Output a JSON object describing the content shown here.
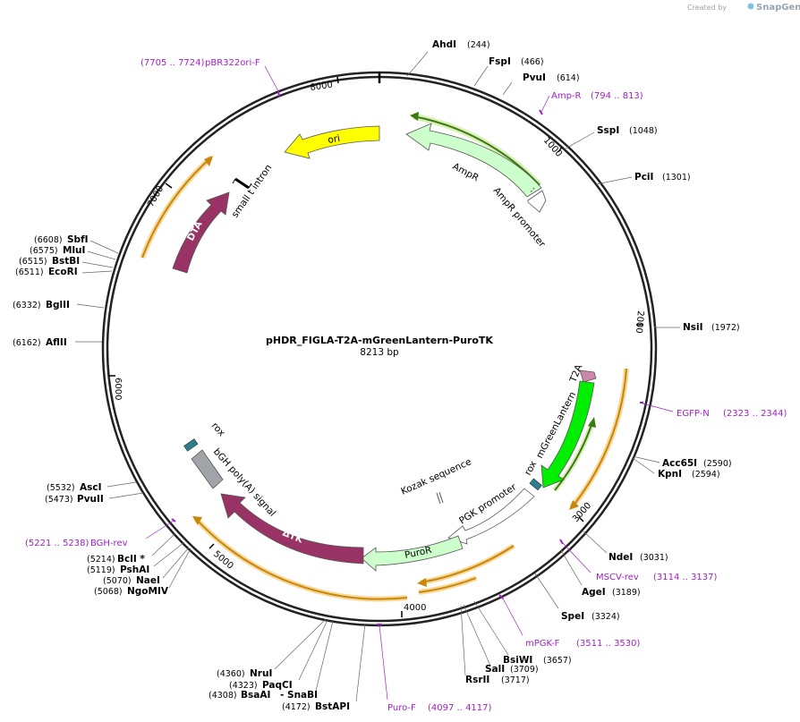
{
  "credit": {
    "prefix": "Created by",
    "brand": "SnapGene"
  },
  "plasmid": {
    "name": "pHDR_FIGLA-T2A-mGreenLantern-PuroTK",
    "length": "8213 bp"
  },
  "ticks": [
    "1000",
    "2000",
    "3000",
    "4000",
    "5000",
    "6000",
    "7000",
    "8000"
  ],
  "sites": [
    {
      "name": "AhdI",
      "pos": "(244)"
    },
    {
      "name": "FspI",
      "pos": "(466)"
    },
    {
      "name": "PvuI",
      "pos": "(614)"
    },
    {
      "name": "SspI",
      "pos": "(1048)"
    },
    {
      "name": "PciI",
      "pos": "(1301)"
    },
    {
      "name": "NsiI",
      "pos": "(1972)"
    },
    {
      "name": "Acc65I",
      "pos": "(2590)"
    },
    {
      "name": "KpnI",
      "pos": "(2594)"
    },
    {
      "name": "NdeI",
      "pos": "(3031)"
    },
    {
      "name": "AgeI",
      "pos": "(3189)"
    },
    {
      "name": "SpeI",
      "pos": "(3324)"
    },
    {
      "name": "BsiWI",
      "pos": "(3657)"
    },
    {
      "name": "SalI",
      "pos": "(3709)"
    },
    {
      "name": "RsrII",
      "pos": "(3717)"
    },
    {
      "name": "NruI",
      "pos": "(4360)"
    },
    {
      "name": "PaqCI",
      "pos": "(4323)"
    },
    {
      "name": "BsaAI",
      "pos": "(4308)"
    },
    {
      "name": "- SnaBI",
      "pos": ""
    },
    {
      "name": "BstAPI",
      "pos": "(4172)"
    },
    {
      "name": "BclI *",
      "pos": "(5214)"
    },
    {
      "name": "PshAI",
      "pos": "(5119)"
    },
    {
      "name": "NaeI",
      "pos": "(5070)"
    },
    {
      "name": "NgoMIV",
      "pos": "(5068)"
    },
    {
      "name": "AscI",
      "pos": "(5532)"
    },
    {
      "name": "PvuII",
      "pos": "(5473)"
    },
    {
      "name": "AflII",
      "pos": "(6162)"
    },
    {
      "name": "BglII",
      "pos": "(6332)"
    },
    {
      "name": "SbfI",
      "pos": "(6608)"
    },
    {
      "name": "MluI",
      "pos": "(6575)"
    },
    {
      "name": "BstBI",
      "pos": "(6515)"
    },
    {
      "name": "EcoRI",
      "pos": "(6511)"
    }
  ],
  "primers": [
    {
      "name": "pBR322ori-F",
      "range": "(7705 .. 7724)"
    },
    {
      "name": "Amp-R",
      "range": "(794 .. 813)"
    },
    {
      "name": "EGFP-N",
      "range": "(2323 .. 2344)"
    },
    {
      "name": "MSCV-rev",
      "range": "(3114 .. 3137)"
    },
    {
      "name": "mPGK-F",
      "range": "(3511 .. 3530)"
    },
    {
      "name": "Puro-F",
      "range": "(4097 .. 4117)"
    },
    {
      "name": "BGH-rev",
      "range": "(5221 .. 5238)"
    }
  ],
  "features": {
    "ori": "ori",
    "ampr": "AmpR",
    "ampr_promoter": "AmpR promoter",
    "small_t_intron": "small t intron",
    "dta": "DTA",
    "t2a": "T2A",
    "mgreenlantern": "mGreenLantern",
    "rox": "rox",
    "kozak": "Kozak sequence",
    "pgk_promoter": "PGK promoter",
    "puror": "PuroR",
    "dtk": "ΔTK",
    "bgh": "bGH poly(A) signal"
  },
  "colors": {
    "backbone": "#222222",
    "ori": "#ffff00",
    "ampr": "#ccffcc",
    "dta": "#993366",
    "mgreenlantern": "#00ee00",
    "puror": "#ccffcc",
    "bgh": "#a0a4a8",
    "rox": "#2e7d8c",
    "t2a": "#cc88aa",
    "primer": "#a020c8",
    "orf_halo": "#f8d898"
  }
}
